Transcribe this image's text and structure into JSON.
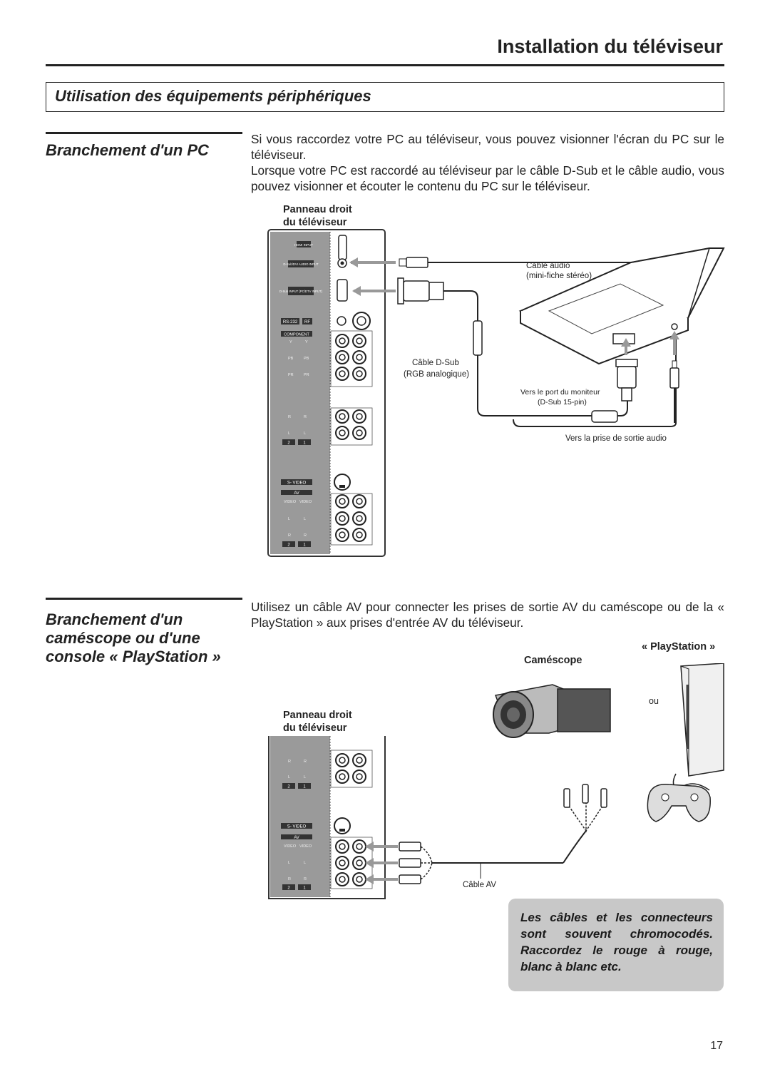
{
  "header": {
    "title": "Installation du téléviseur"
  },
  "section": {
    "title": "Utilisation des équipements périphériques"
  },
  "pc": {
    "heading": "Branchement d'un PC",
    "paragraph1": "Si vous raccordez votre PC au téléviseur, vous pouvez visionner l'écran du PC sur le téléviseur.",
    "paragraph2": "Lorsque votre PC est raccordé au téléviseur par le câble D-Sub et le câble audio, vous pouvez visionner et écouter le contenu du PC sur le téléviseur.",
    "diagram": {
      "panel_label_1": "Panneau droit",
      "panel_label_2": "du téléviseur",
      "audio_cable_1": "Câble audio",
      "audio_cable_2": "(mini-fiche stéréo)",
      "dsub_cable_1": "Câble D-Sub",
      "dsub_cable_2": "(RGB analogique)",
      "monitor_port_1": "Vers le port du moniteur",
      "monitor_port_2": "(D-Sub 15-pin)",
      "audio_out": "Vers la prise de sortie audio",
      "panel": {
        "hdmi": "HDMI INPUT",
        "dsub_audio": "D-Sub/DVI AUDIO INPUT",
        "dsub_input": "D-Sub INPUT (PC/DTV INPUT)",
        "rs232": "RS-232",
        "rf": "RF",
        "component": "COMPONENT",
        "y": "Y",
        "pb": "PB",
        "pr": "PR",
        "r": "R",
        "l": "L",
        "n2": "2",
        "n1": "1",
        "svideo": "S- VIDEO",
        "av": "AV",
        "video": "VIDEO"
      }
    }
  },
  "cam": {
    "heading_line1": "Branchement d'un",
    "heading_line2": "caméscope ou d'une",
    "heading_line3": "console « PlayStation »",
    "paragraph": "Utilisez un câble AV pour connecter les prises de sortie AV du caméscope ou de la « PlayStation » aux prises d'entrée AV du téléviseur.",
    "diagram": {
      "playstation": "« PlayStation »",
      "camescope": "Caméscope",
      "ou": "ou",
      "panel_label_1": "Panneau droit",
      "panel_label_2": "du téléviseur",
      "av_cable": "Câble AV"
    }
  },
  "note": {
    "text": "Les câbles et les connecteurs sont souvent chromocodés. Raccordez le rouge à rouge, blanc à blanc etc."
  },
  "footer": {
    "page_number": "17"
  }
}
